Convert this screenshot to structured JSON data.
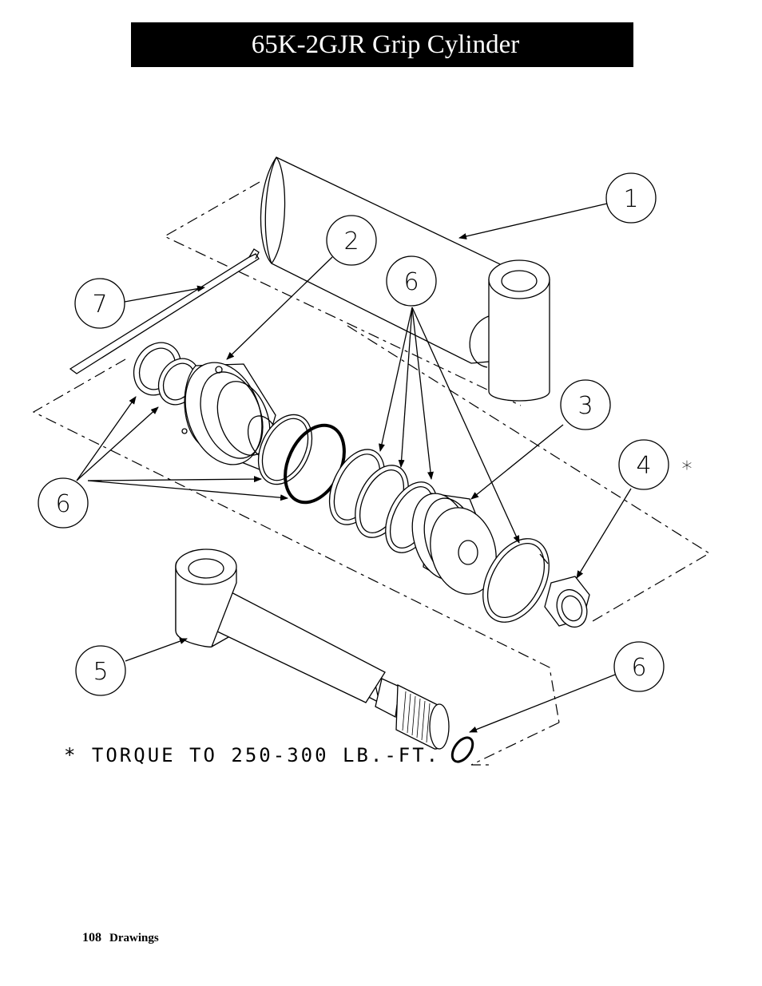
{
  "title": "65K-2GJR Grip Cylinder",
  "footer": {
    "page_number": "108",
    "section": "Drawings"
  },
  "callouts": {
    "c1": "1",
    "c2": "2",
    "c3": "3",
    "c4": "4",
    "c5": "5",
    "c6a": "6",
    "c6b": "6",
    "c6c": "6",
    "c7": "7"
  },
  "marks": {
    "asterisk": "*"
  },
  "note": "* TORQUE TO 250-300 LB.-FT."
}
